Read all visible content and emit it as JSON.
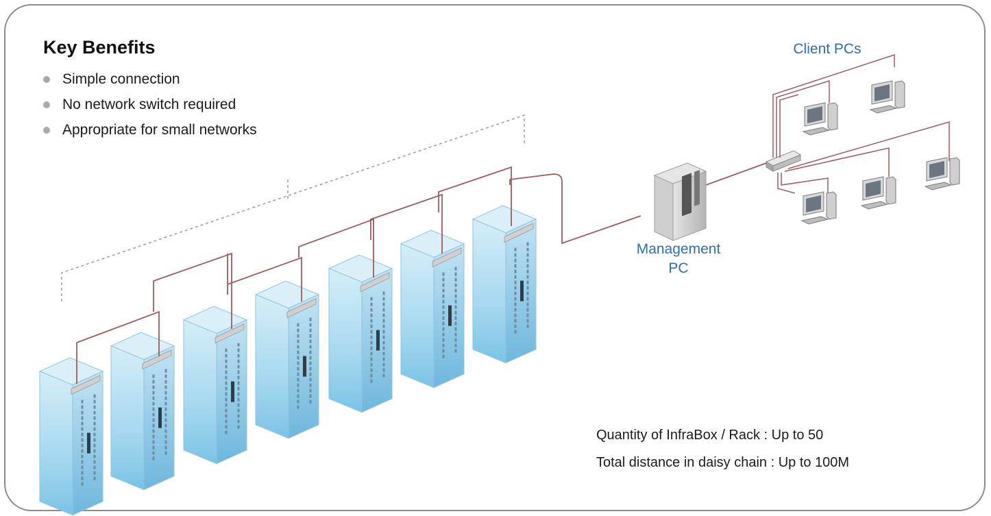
{
  "benefits": {
    "title": "Key Benefits",
    "items": [
      "Simple connection",
      "No network switch required",
      "Appropriate for small networks"
    ]
  },
  "diagram": {
    "rack_count": 7,
    "client_pc_count": 5,
    "client_label": "Client PCs",
    "management_label_line1": "Management",
    "management_label_line2": "PC",
    "colors": {
      "cable": "#a05a5a",
      "rack_glass": "#a8d8ee",
      "label_blue": "#2c6eb5",
      "bracket": "#9a9a9a"
    }
  },
  "specs": {
    "quantity": "Quantity of InfraBox / Rack : Up to 50",
    "distance": "Total distance in daisy chain : Up to 100M"
  }
}
